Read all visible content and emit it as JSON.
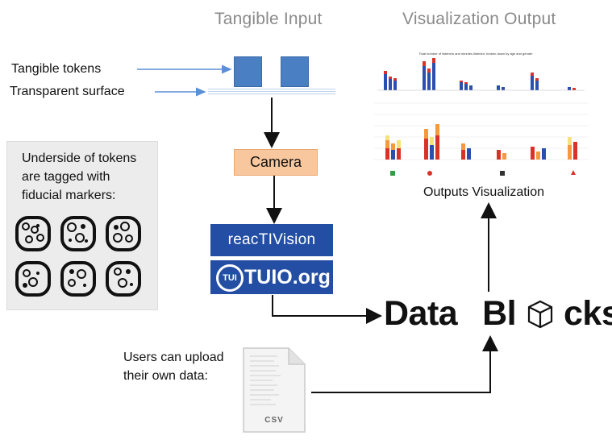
{
  "headers": {
    "input": "Tangible Input",
    "output": "Visualization Output"
  },
  "labels": {
    "tokens": "Tangible tokens",
    "surface": "Transparent surface",
    "fiducial_line1": "Underside of tokens",
    "fiducial_line2": "are tagged with",
    "fiducial_line3": "fiducial markers:",
    "camera": "Camera",
    "reactivision": "reacTIVision",
    "tuio": "TUIO.org",
    "tuio_logo": "TUI",
    "datablocks_a": "Data",
    "datablocks_b": "Bl",
    "datablocks_c": "cks",
    "outputs_viz": "Outputs Visualization",
    "upload_line1": "Users can upload",
    "upload_line2": "their own data:",
    "csv": "CSV",
    "viz_title": "Total number of listeners and minutes listened, broken down by age and gender"
  },
  "colors": {
    "token_blue": "#4a7fc4",
    "arrow_blue": "#5b8fd6",
    "camera_fill": "#f9c79d",
    "logo_blue": "#234ea3",
    "chart_red": "#d9322a",
    "chart_blue": "#2b4fb0",
    "chart_orange": "#f29a3c",
    "chart_yellow": "#f6e27a"
  },
  "icons": {
    "fiducial": "fiducial-marker-icon",
    "csv_file": "csv-file-icon",
    "cube": "cube-icon"
  }
}
